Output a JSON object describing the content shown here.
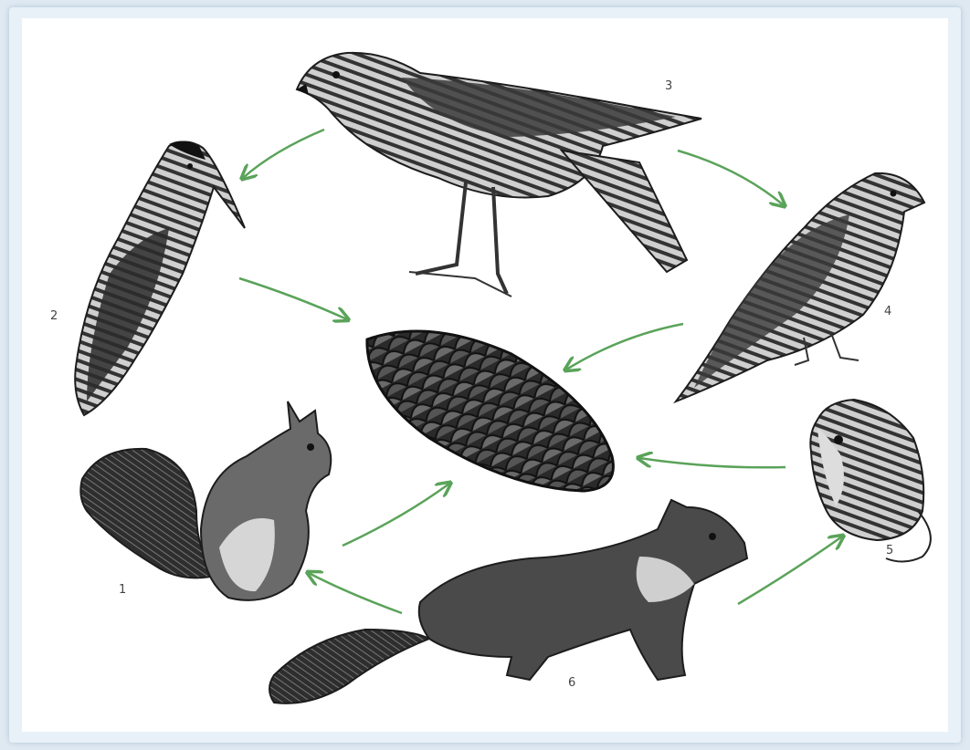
{
  "labels": {
    "squirrel": "1",
    "woodpecker": "2",
    "hawk": "3",
    "finch": "4",
    "mouse": "5",
    "marten": "6"
  },
  "colors": {
    "arrow": "#5aa35a",
    "ink": "#1c1c1c",
    "mid": "#555555",
    "light": "#9a9a9a",
    "frame": "#e9f1f8"
  },
  "icons": [
    "spruce-cone",
    "squirrel",
    "woodpecker",
    "hawk",
    "finch",
    "mouse",
    "marten"
  ]
}
